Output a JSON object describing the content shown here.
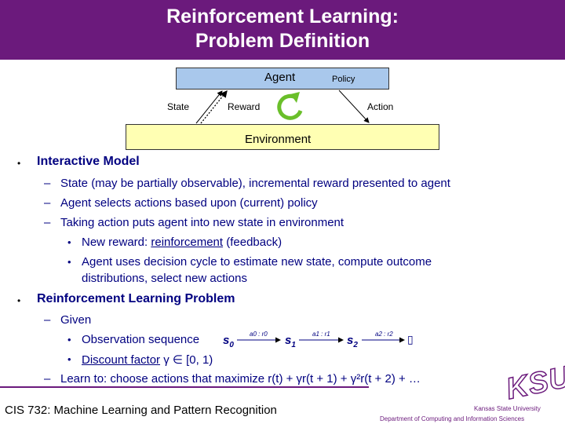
{
  "title": {
    "line1": "Reinforcement Learning:",
    "line2": "Problem Definition"
  },
  "diagram": {
    "agent": "Agent",
    "policy": "Policy",
    "state": "State",
    "reward": "Reward",
    "action": "Action",
    "environment": "Environment"
  },
  "bullets": {
    "b1": "Interactive Model",
    "b1_items": [
      "State (may be partially observable), incremental reward presented to agent",
      "Agent selects actions based upon (current) policy",
      "Taking action puts agent into new state in environment"
    ],
    "b1_sub": {
      "new_reward_pre": "New reward: ",
      "new_reward_link": "reinforcement",
      "new_reward_post": " (feedback)",
      "decision_line1": "Agent uses decision cycle to estimate new state, compute outcome",
      "decision_line2": "distributions, select new actions"
    },
    "b2": "Reinforcement Learning Problem",
    "given": "Given",
    "obs_seq": "Observation sequence",
    "seq": {
      "s0": "s",
      "s0_sub": "0",
      "a0r0": "a0 : r0",
      "s1": "s",
      "s1_sub": "1",
      "a1r1": "a1 : r1",
      "s2": "s",
      "s2_sub": "2",
      "a2r2": "a2 : r2",
      "end": "▯"
    },
    "discount_link": "Discount factor",
    "discount_rest": " γ ∈ [0, 1)",
    "learn": "Learn to: choose actions that maximize r(t) + γr(t + 1) + γ²r(t + 2) + …"
  },
  "footer": {
    "course": "CIS 732: Machine Learning and Pattern Recognition",
    "ksu_logo": "KSU",
    "university": "Kansas State University",
    "department": "Department of Computing and Information Sciences"
  },
  "colors": {
    "header": "#6b1a7c",
    "text": "#000080",
    "agent_box": "#a9c8ec",
    "env_box": "#ffffb3",
    "cycle_arrow": "#6abf2a"
  }
}
